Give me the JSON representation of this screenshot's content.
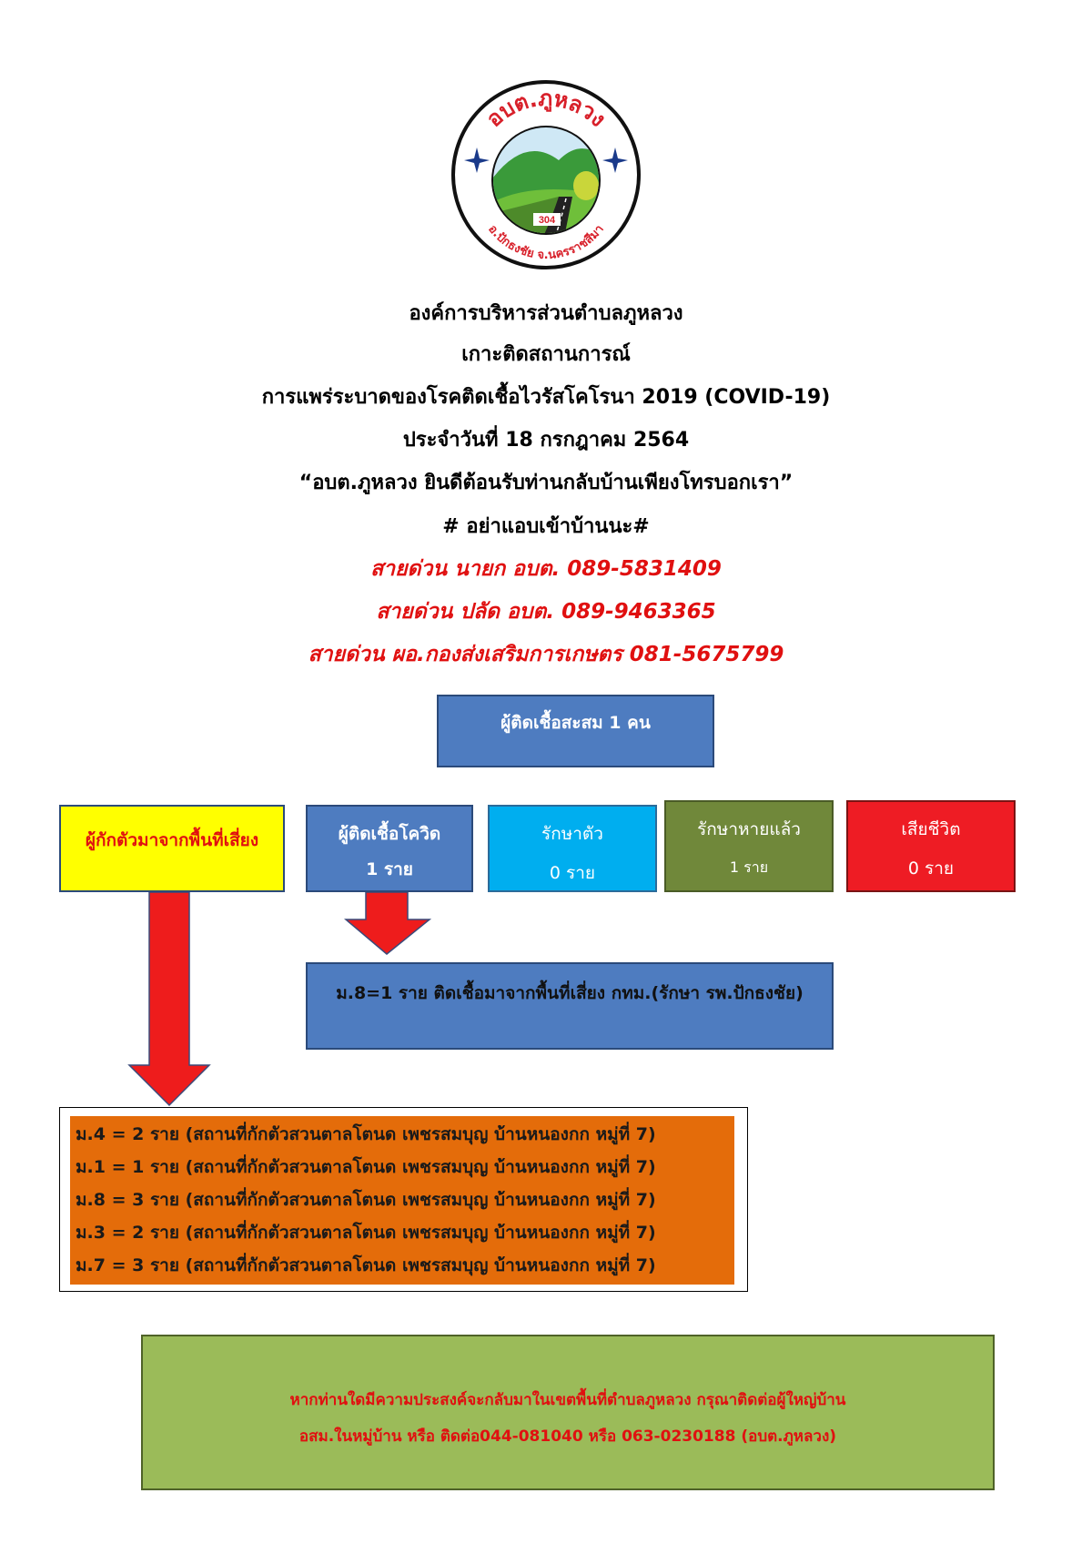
{
  "logo": {
    "arc_text_top": "อบต.ภูหลวง",
    "arc_text_bottom": "อ.ปักธงชัย จ.นครราชสีมา",
    "road_number": "304",
    "colors": {
      "ring": "#ffffff",
      "border": "#111111",
      "text": "#d8202a",
      "hill": "#3a9a3a",
      "sky": "#cfe8f5",
      "star": "#1a3a8a"
    }
  },
  "header": {
    "org_name": "องค์การบริหารส่วนตำบลภูหลวง",
    "subtitle": "เกาะติดสถานการณ์",
    "topic": "การแพร่ระบาดของโรคติดเชื้อไวรัสโคโรนา 2019 (COVID-19)",
    "date_line": "ประจำวันที่ 18 กรกฎาคม 2564",
    "slogan": "“อบต.ภูหลวง ยินดีต้อนรับท่านกลับบ้านเพียงโทรบอกเรา”",
    "hashtag": "# อย่าแอบเข้าบ้านนะ#"
  },
  "hotlines": [
    "สายด่วน นายก อบต. 089-5831409",
    "สายด่วน ปลัด อบต. 089-9463365",
    "สายด่วน ผอ.กองส่งเสริมการเกษตร 081-5675799"
  ],
  "cumulative": {
    "label": "ผู้ติดเชื้อสะสม 1 คน"
  },
  "stats": {
    "quarantine_label": "ผู้กักตัวมาจากพื้นที่เสี่ยง",
    "infected": {
      "label": "ผู้ติดเชื้อโควิด",
      "value": "1 ราย"
    },
    "treating": {
      "label": "รักษาตัว",
      "value": "0 ราย"
    },
    "recovered": {
      "label": "รักษาหายแล้ว",
      "value": "1 ราย"
    },
    "deceased": {
      "label": "เสียชีวิต",
      "value": "0 ราย"
    }
  },
  "infected_detail": "ม.8=1 ราย ติดเชื้อมาจากพื้นที่เสี่ยง กทม.(รักษา รพ.ปักธงชัย)",
  "quarantine_list": [
    "ม.4 = 2 ราย (สถานที่กักตัวสวนตาลโตนด เพชรสมบุญ บ้านหนองกก หมู่ที่ 7)",
    "ม.1 = 1 ราย (สถานที่กักตัวสวนตาลโตนด เพชรสมบุญ บ้านหนองกก หมู่ที่ 7)",
    "ม.8 = 3 ราย (สถานที่กักตัวสวนตาลโตนด เพชรสมบุญ บ้านหนองกก หมู่ที่ 7)",
    "ม.3 = 2 ราย (สถานที่กักตัวสวนตาลโตนด เพชรสมบุญ บ้านหนองกก หมู่ที่ 7)",
    "ม.7 = 3 ราย (สถานที่กักตัวสวนตาลโตนด เพชรสมบุญ บ้านหนองกก หมู่ที่ 7)"
  ],
  "contact": {
    "line1": "หากท่านใดมีความประสงค์จะกลับมาในเขตพื้นที่ตำบลภูหลวง กรุณาติดต่อผู้ใหญ่บ้าน",
    "line2": "อสม.ในหมู่บ้าน หรือ ติดต่อ044-081040 หรือ 063-0230188 (อบต.ภูหลวง)"
  },
  "arrow_color": "#ee1c1c"
}
